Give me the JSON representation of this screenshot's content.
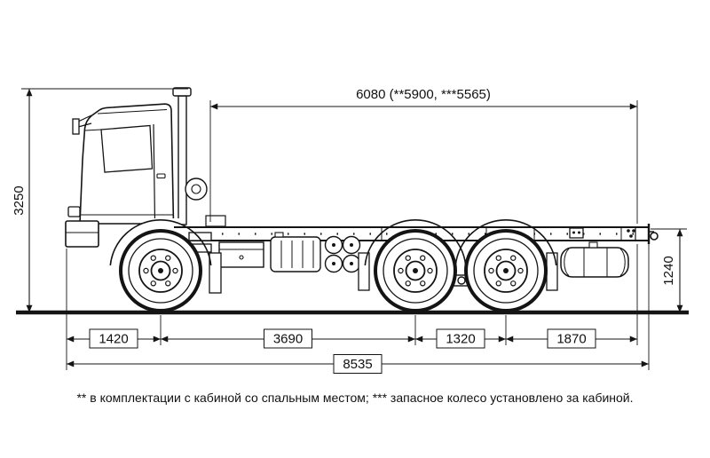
{
  "diagram": {
    "dimensions": {
      "top_span": "6080 (**5900, ***5565)",
      "overall_height": "3250",
      "frame_height": "1240",
      "front_overhang": "1420",
      "wheelbase": "3690",
      "bogie_spacing": "1320",
      "rear_span": "1870",
      "overall_length": "8535"
    },
    "footnote": "** в комплектации с кабиной со спальным местом; *** запасное колесо установлено за кабиной."
  }
}
